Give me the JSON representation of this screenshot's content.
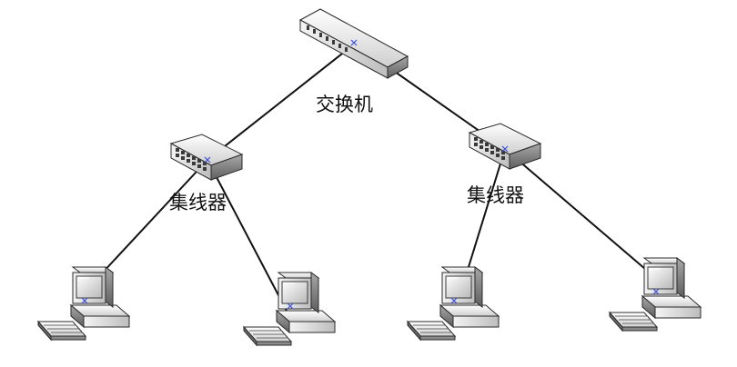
{
  "diagram": {
    "switch": {
      "label": "交换机",
      "icon": "network-switch-icon"
    },
    "hubs": [
      {
        "label": "集线器",
        "icon": "network-hub-icon"
      },
      {
        "label": "集线器",
        "icon": "network-hub-icon"
      }
    ],
    "computers": [
      {
        "icon": "desktop-computer-icon"
      },
      {
        "icon": "desktop-computer-icon"
      },
      {
        "icon": "desktop-computer-icon"
      },
      {
        "icon": "desktop-computer-icon"
      }
    ],
    "colors": {
      "line": "#111111",
      "device_light": "#ffffff",
      "device_shade": "#8c8c8c",
      "device_dark": "#4a4a4a",
      "port_marker": "#3a4fd6"
    }
  }
}
